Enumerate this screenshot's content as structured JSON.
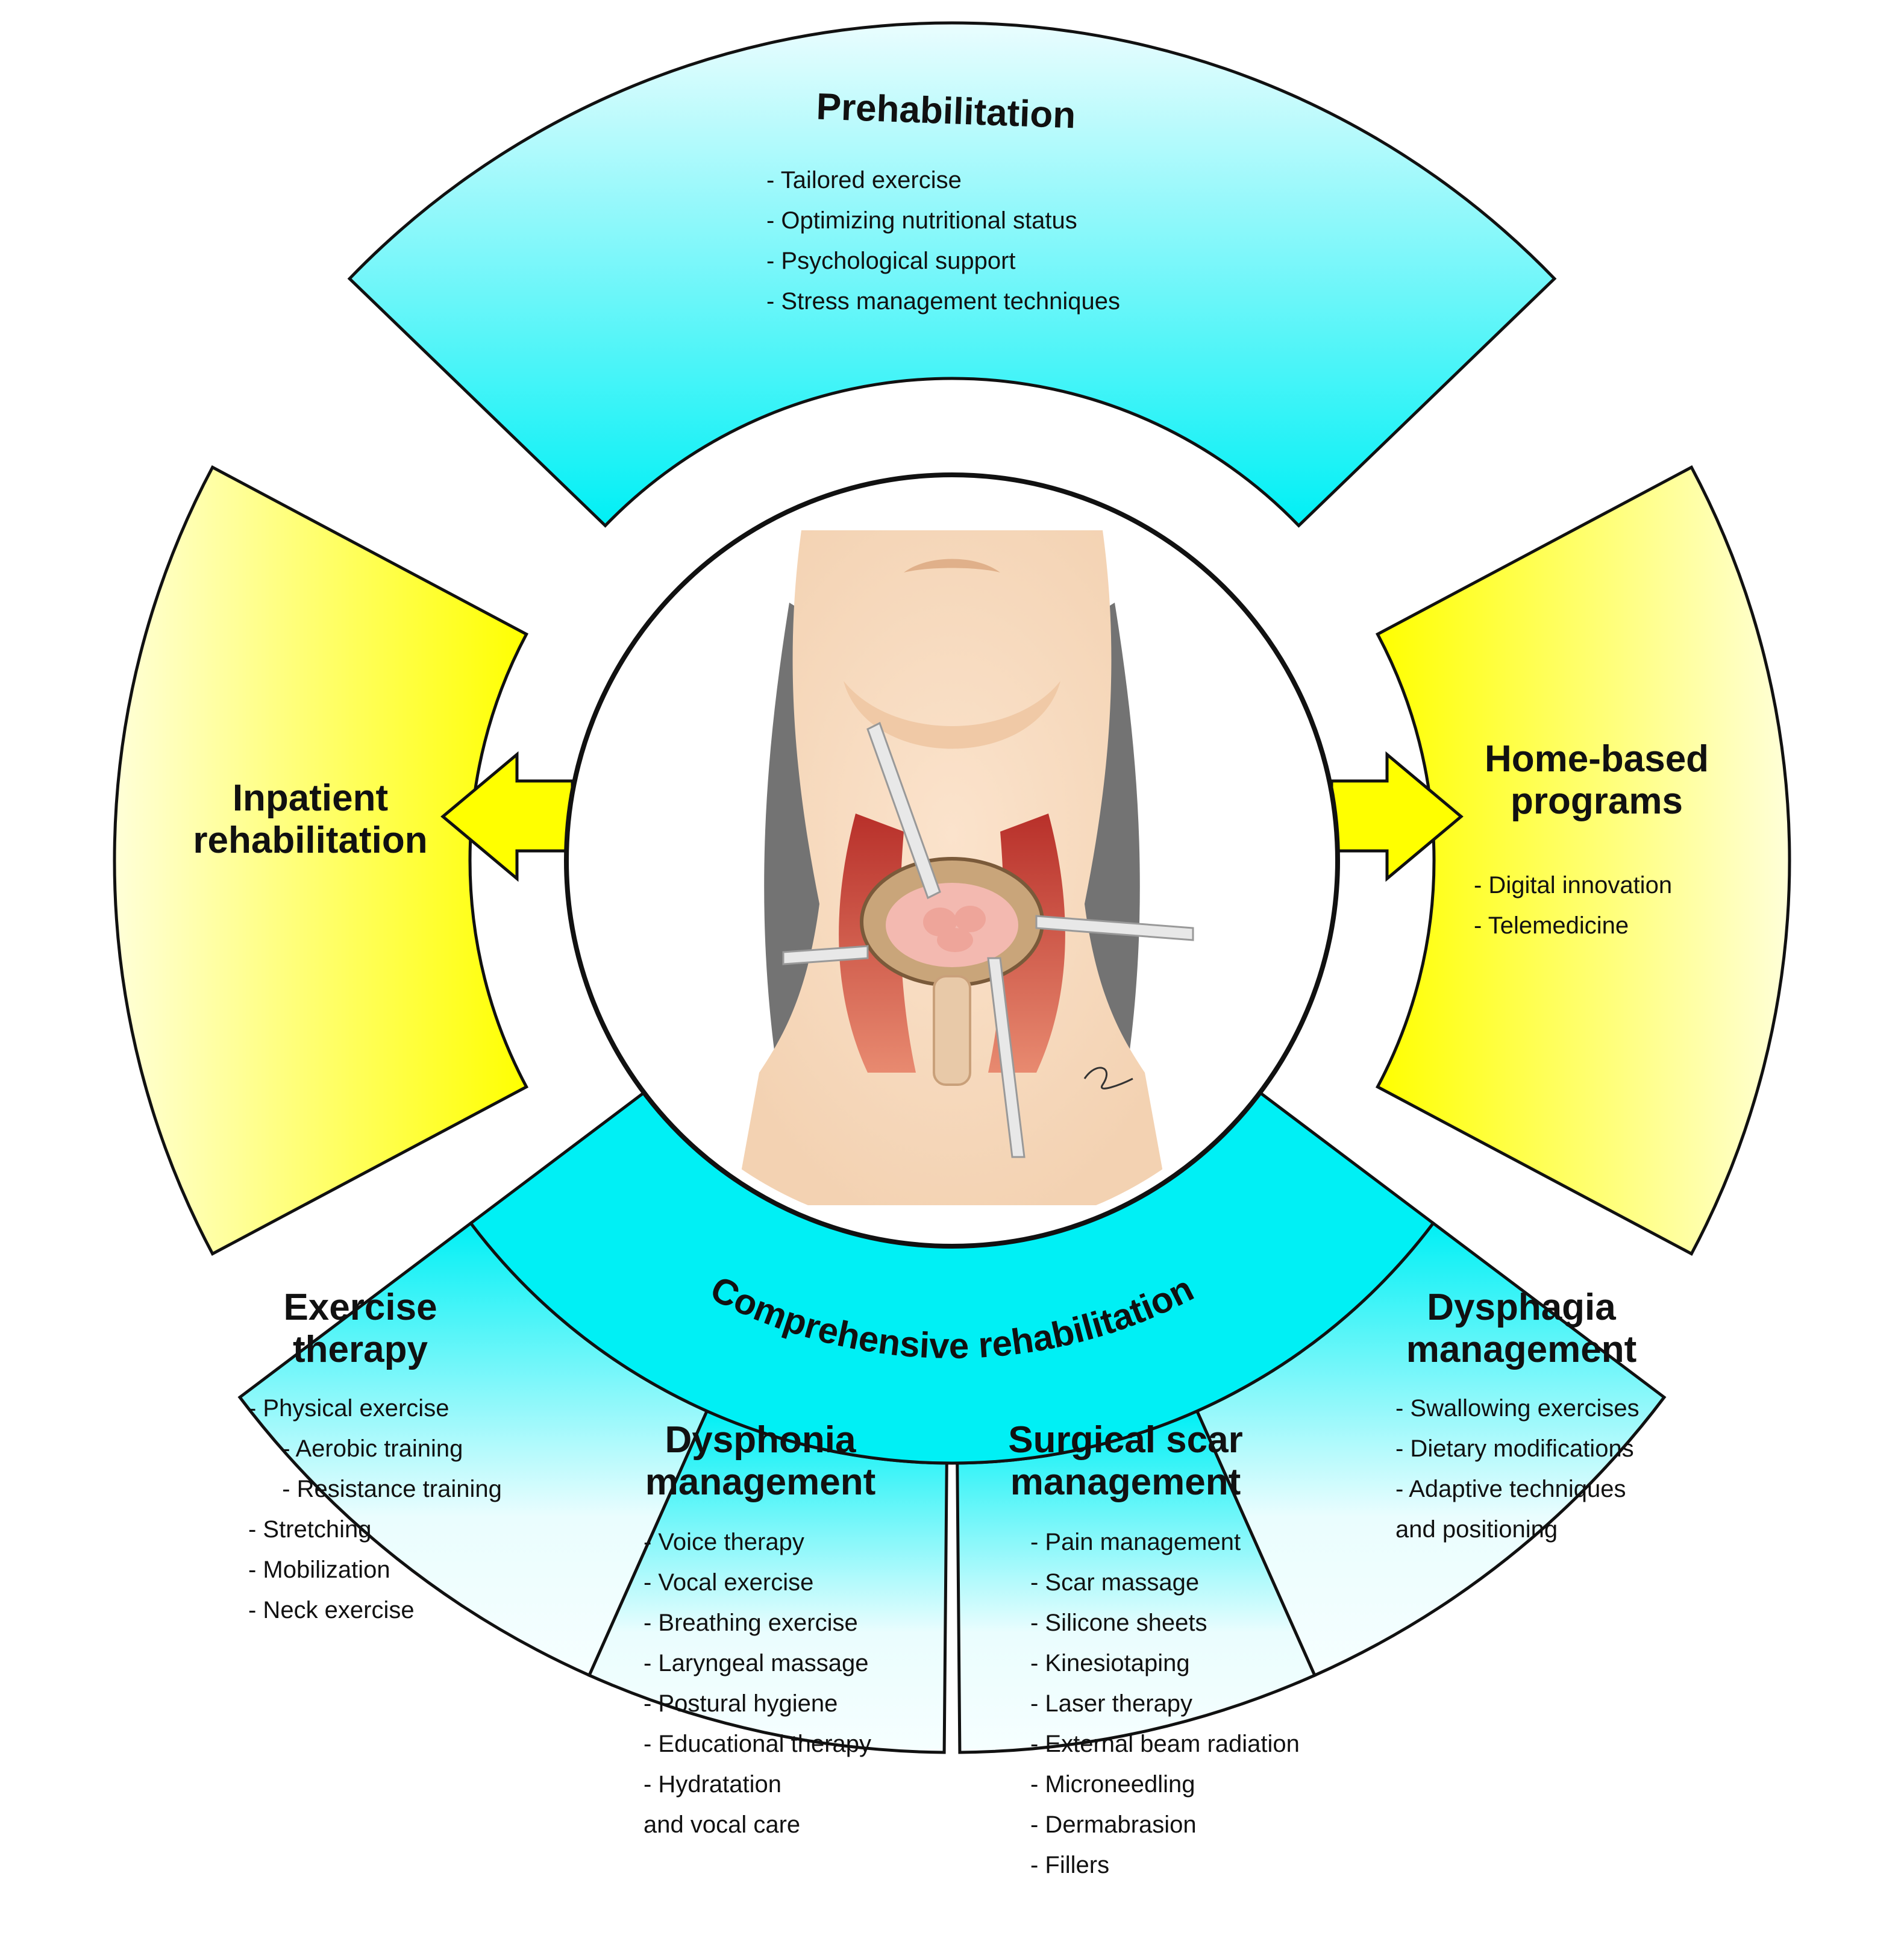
{
  "colors": {
    "cyan": "#00f0f5",
    "cyan_light": "#eafdfe",
    "yellow": "#ffff00",
    "yellow_light": "#ffffd8",
    "stroke": "#111111"
  },
  "prehabilitation": {
    "title": "Prehabilitation",
    "items": [
      "- Tailored exercise",
      "- Optimizing nutritional status",
      "- Psychological support",
      "- Stress management techniques"
    ]
  },
  "inpatient": {
    "title_lines": [
      "Inpatient",
      "rehabilitation"
    ]
  },
  "home_based": {
    "title_lines": [
      "Home-based",
      "programs"
    ],
    "items": [
      "- Digital innovation",
      "- Telemedicine"
    ]
  },
  "comprehensive": {
    "title": "Comprehensive rehabilitation"
  },
  "exercise": {
    "title_lines": [
      "Exercise",
      "therapy"
    ],
    "items": [
      "- Physical exercise",
      "  - Aerobic training",
      "  - Resistance training",
      "- Stretching",
      "- Mobilization",
      "- Neck exercise"
    ]
  },
  "dysphonia": {
    "title_lines": [
      "Dysphonia",
      "management"
    ],
    "items": [
      "- Voice therapy",
      "- Vocal exercise",
      "- Breathing exercise",
      "- Laryngeal massage",
      "- Postural hygiene",
      "- Educational therapy",
      "- Hydratation",
      "and vocal care"
    ]
  },
  "scar": {
    "title_lines": [
      "Surgical scar",
      "management"
    ],
    "items": [
      "- Pain management",
      "- Scar massage",
      "- Silicone sheets",
      "- Kinesiotaping",
      "- Laser therapy",
      "- External beam radiation",
      "- Microneedling",
      "- Dermabrasion",
      "- Fillers"
    ]
  },
  "dysphagia": {
    "title_lines": [
      "Dysphagia",
      "management"
    ],
    "items": [
      "- Swallowing exercises",
      "- Dietary modifications",
      "- Adaptive techniques",
      "and positioning"
    ]
  },
  "center_illustration": {
    "icon": "neck-surgery-illustration"
  }
}
